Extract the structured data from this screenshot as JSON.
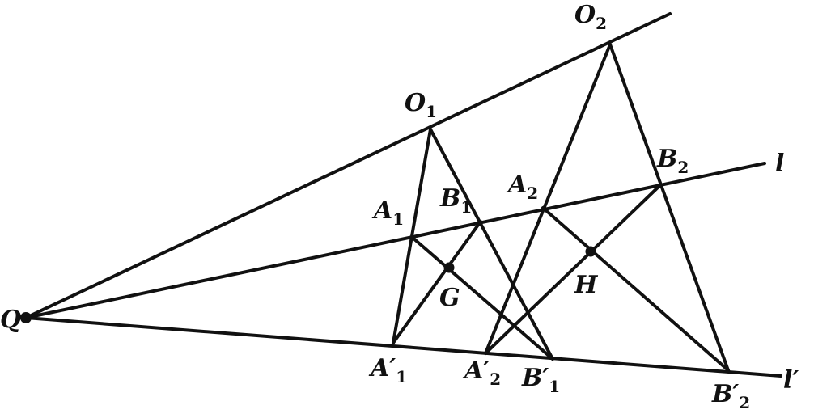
{
  "diagram": {
    "stroke_color": "#111111",
    "background_color": "#ffffff",
    "labels": {
      "Q": "Q",
      "O1": "O",
      "O1_sub": "1",
      "O2": "O",
      "O2_sub": "2",
      "A1": "A",
      "A1_sub": "1",
      "B1": "B",
      "B1_sub": "1",
      "A2": "A",
      "A2_sub": "2",
      "B2": "B",
      "B2_sub": "2",
      "G": "G",
      "H": "H",
      "l": "l",
      "lprime": "l′",
      "A1p": "A′",
      "A1p_sub": "1",
      "A2p": "A′",
      "A2p_sub": "2",
      "B1p": "B′",
      "B1p_sub": "1",
      "B2p": "B′",
      "B2p_sub": "2"
    }
  }
}
